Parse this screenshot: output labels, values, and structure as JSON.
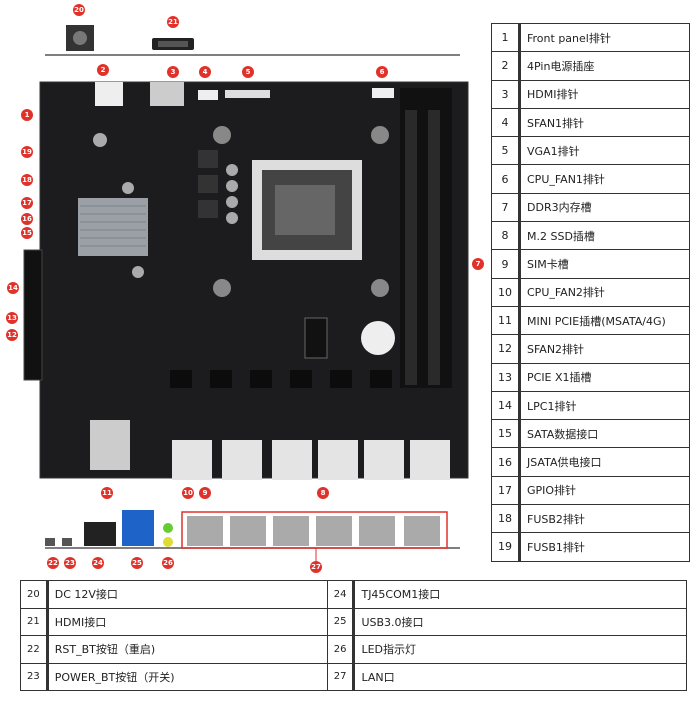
{
  "callouts": [
    "1",
    "2",
    "3",
    "4",
    "5",
    "6",
    "7",
    "8",
    "9",
    "10",
    "11",
    "12",
    "13",
    "14",
    "15",
    "16",
    "17",
    "18",
    "19",
    "20",
    "21",
    "22",
    "23",
    "24",
    "25",
    "26",
    "27"
  ],
  "legend_right": [
    {
      "n": "1",
      "label": "Front panel排针"
    },
    {
      "n": "2",
      "label": "4Pin电源插座"
    },
    {
      "n": "3",
      "label": "HDMI排针"
    },
    {
      "n": "4",
      "label": "SFAN1排针"
    },
    {
      "n": "5",
      "label": "VGA1排针"
    },
    {
      "n": "6",
      "label": "CPU_FAN1排针"
    },
    {
      "n": "7",
      "label": "DDR3内存槽"
    },
    {
      "n": "8",
      "label": "M.2 SSD插槽"
    },
    {
      "n": "9",
      "label": "SIM卡槽"
    },
    {
      "n": "10",
      "label": "CPU_FAN2排针"
    },
    {
      "n": "11",
      "label": "MINI PCIE插槽(MSATA/4G)"
    },
    {
      "n": "12",
      "label": "SFAN2排针"
    },
    {
      "n": "13",
      "label": "PCIE X1插槽"
    },
    {
      "n": "14",
      "label": "LPC1排针"
    },
    {
      "n": "15",
      "label": "SATA数据接口"
    },
    {
      "n": "16",
      "label": "JSATA供电接口"
    },
    {
      "n": "17",
      "label": "GPIO排针"
    },
    {
      "n": "18",
      "label": "FUSB2排针"
    },
    {
      "n": "19",
      "label": "FUSB1排针"
    }
  ],
  "legend_bottom": [
    {
      "n1": "20",
      "l1": "DC 12V接口",
      "n2": "24",
      "l2": "TJ45COM1接口"
    },
    {
      "n1": "21",
      "l1": "HDMI接口",
      "n2": "25",
      "l2": "USB3.0接口"
    },
    {
      "n1": "22",
      "l1": "RST_BT按钮（重启)",
      "n2": "26",
      "l2": "LED指示灯"
    },
    {
      "n1": "23",
      "l1": "POWER_BT按钮（开关)",
      "n2": "27",
      "l2": "LAN口"
    }
  ],
  "colors": {
    "board": "#1c1c1e",
    "callout": "#e0322a",
    "lan": "#e4e4e4"
  }
}
